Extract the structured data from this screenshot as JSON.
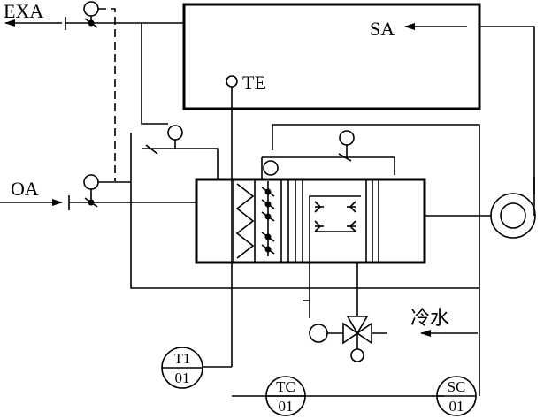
{
  "labels": {
    "exhaust_air": "EXA",
    "outdoor_air": "OA",
    "supply_air": "SA",
    "temp_element": "TE",
    "chilled_water": "冷水"
  },
  "instruments": {
    "t1": {
      "top": "T1",
      "bottom": "01"
    },
    "tc": {
      "top": "TC",
      "bottom": "01"
    },
    "sc": {
      "top": "SC",
      "bottom": "01"
    }
  }
}
